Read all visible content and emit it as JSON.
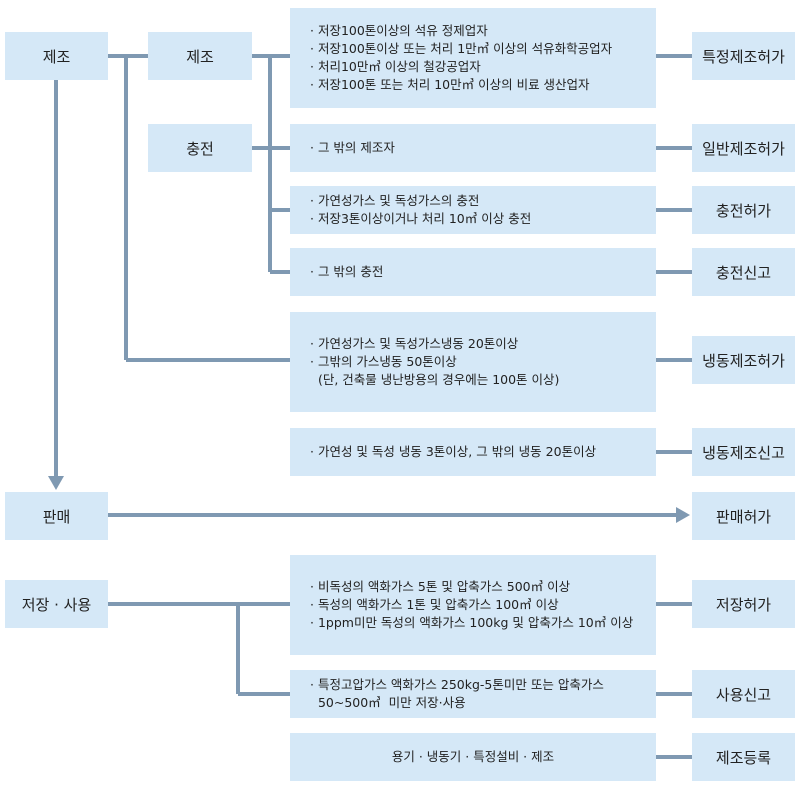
{
  "categories": {
    "manufacture": "제조",
    "sales": "판매",
    "storage_use": "저장 · 사용"
  },
  "subcategories": {
    "manufacture": "제조",
    "charging": "충전"
  },
  "conditions": {
    "c1": [
      "· 저장100톤이상의 석유 정제업자",
      "· 저장100톤이상 또는 처리 1만㎥ 이상의 석유화학공업자",
      "· 처리10만㎥ 이상의 철강공업자",
      "· 저장100톤 또는 처리 10만㎥ 이상의 비료 생산업자"
    ],
    "c2": [
      "· 그 밖의 제조자"
    ],
    "c3": [
      "· 가연성가스 및 독성가스의 충전",
      "· 저장3톤이상이거나 처리 10㎥  이상 충전"
    ],
    "c4": [
      "· 그 밖의 충전"
    ],
    "c5": [
      "· 가연성가스 및 독성가스냉동 20톤이상",
      "· 그밖의 가스냉동 50톤이상",
      "  (단, 건축물 냉난방용의 경우에는 100톤 이상)"
    ],
    "c6": [
      "· 가연성 및 독성 냉동 3톤이상, 그 밖의 냉동 20톤이상"
    ],
    "c7": [
      "· 비독성의 액화가스 5톤 및 압축가스 500㎥ 이상",
      "· 독성의 액화가스 1톤 및 압축가스 100㎥ 이상",
      "· 1ppm미만 독성의 액화가스 100kg 및 압축가스 10㎥ 이상"
    ],
    "c8": [
      "· 특정고압가스 액화가스 250kg-5톤미만 또는 압축가스",
      "  50~500㎥  미만 저장·사용"
    ],
    "c9": [
      "용기 · 냉동기 · 특정설비 · 제조"
    ]
  },
  "outcomes": {
    "o1": "특정제조허가",
    "o2": "일반제조허가",
    "o3": "충전허가",
    "o4": "충전신고",
    "o5": "냉동제조허가",
    "o6": "냉동제조신고",
    "o7": "판매허가",
    "o8": "저장허가",
    "o9": "사용신고",
    "o10": "제조등록"
  },
  "colors": {
    "box_fill": "#d5e8f7",
    "connector": "#7f99b2"
  }
}
